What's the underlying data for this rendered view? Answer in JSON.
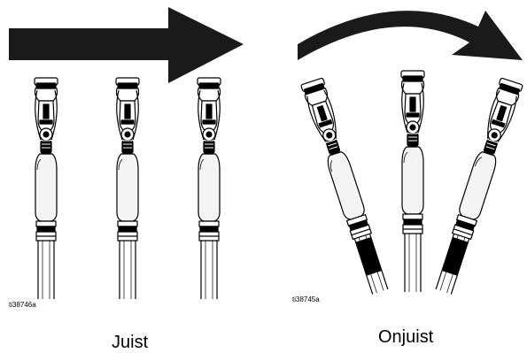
{
  "figure": {
    "left_panel": {
      "ref_code": "ti38746a",
      "caption": "Juist"
    },
    "right_panel": {
      "ref_code": "ti38745a",
      "caption": "Onjuist"
    }
  },
  "colors": {
    "ink": "#000000",
    "arrow": "#1a1a1a",
    "paper": "#ffffff",
    "grip": "#f4f4f4"
  }
}
